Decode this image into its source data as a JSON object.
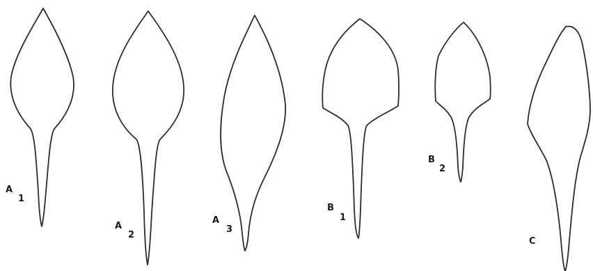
{
  "figure": {
    "labels": [
      {
        "id": "A1",
        "letter": "A",
        "sub": "1"
      },
      {
        "id": "A2",
        "letter": "A",
        "sub": "2"
      },
      {
        "id": "A3",
        "letter": "A",
        "sub": "3"
      },
      {
        "id": "B1",
        "letter": "B",
        "sub": "1"
      },
      {
        "id": "B2",
        "letter": "B",
        "sub": "2"
      },
      {
        "id": "C",
        "letter": "C",
        "sub": ""
      }
    ],
    "line_color": "#2b2b2b",
    "background": "#ffffff"
  }
}
